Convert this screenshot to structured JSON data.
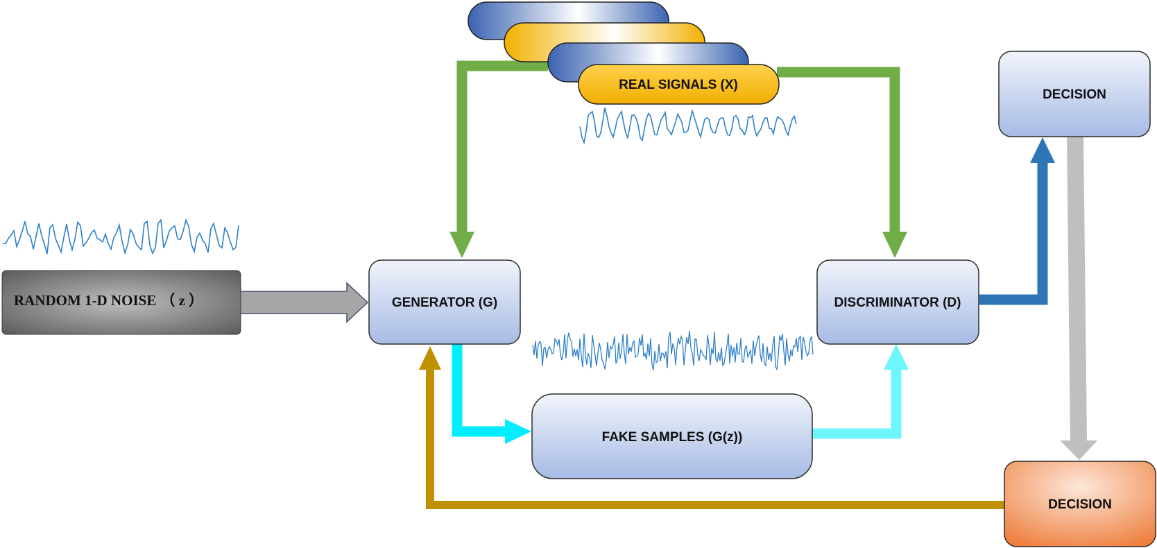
{
  "nodes": {
    "noise": {
      "label": "RANDOM 1-D NOISE",
      "suffix": "（ z ）"
    },
    "generator": {
      "label": "GENERATOR (G)"
    },
    "real_signals": {
      "label": "REAL SIGNALS (X)"
    },
    "discriminator": {
      "label": "DISCRIMINATOR (D)"
    },
    "fake_samples": {
      "label": "FAKE SAMPLES (G(z))"
    },
    "decision_top": {
      "label": "DECISION"
    },
    "decision_bottom": {
      "label": "DECISION"
    }
  },
  "colors": {
    "box_fill_light": "#e9eef9",
    "box_fill_dark": "#a9bce6",
    "box_stroke": "#2b2b2b",
    "blue_pill_dark": "#3f68b5",
    "gold_pill": "#f4b400",
    "noise_box": "#6e6e6e",
    "green_arrow": "#70ad47",
    "cyan_arrow": "#00f0ff",
    "light_cyan_arrow": "#6ef7ff",
    "blue_arrow": "#2e75b6",
    "gray_arrow": "#bfbfbf",
    "gold_arrow": "#bf9000",
    "decision_orange": "#f08a4b",
    "waveform": "#2f7fc8"
  },
  "icons": [
    "noise-waveform",
    "real-signal-waveform",
    "fake-signal-waveform"
  ]
}
